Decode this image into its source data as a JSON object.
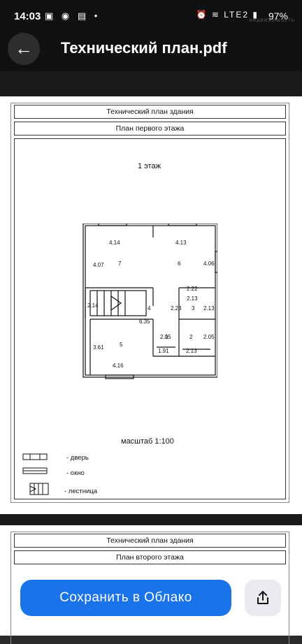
{
  "status": {
    "time": "14:03",
    "battery": "97%",
    "network": "LTE2"
  },
  "watermark": "недвижимость",
  "app_bar": {
    "title": "Технический план.pdf"
  },
  "page1": {
    "header": "Технический план здания",
    "subheader": "План первого этажа",
    "floor_label": "1 этаж",
    "scale": "масштаб 1:100",
    "legend": {
      "door": "- дверь",
      "window": "- окно",
      "stairs": "- лестница"
    },
    "plan_labels": {
      "r7": "7",
      "r6": "6",
      "r4": "4",
      "r3": "3",
      "r1": "1",
      "r2": "2",
      "r5": "5",
      "d414": "4.14",
      "d413": "4.13",
      "d407": "4.07",
      "d406": "4.06",
      "d222": "2.22",
      "d213a": "2.13",
      "d213b": "2.13",
      "d214": "2.14",
      "d223": "2.23",
      "d635": "6.35",
      "d205a": "2.05",
      "d205b": "2.05",
      "d191": "1.91",
      "d213c": "2.13",
      "d361": "3.61",
      "d416": "4.16"
    }
  },
  "page2": {
    "header": "Технический план здания",
    "subheader": "План второго этажа"
  },
  "actions": {
    "save_label": "Сохранить в Облако"
  }
}
